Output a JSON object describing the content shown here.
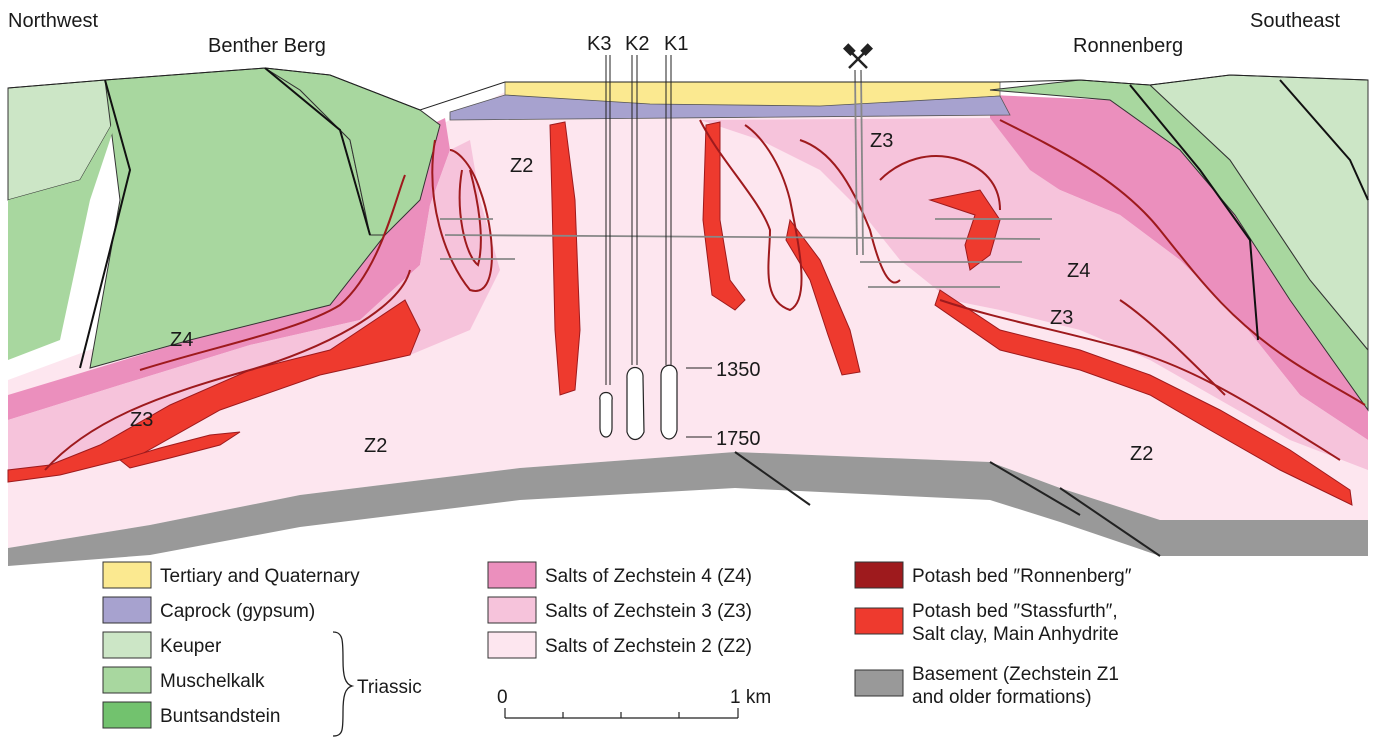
{
  "directions": {
    "left": "Northwest",
    "right": "Southeast"
  },
  "places": {
    "left": "Benther Berg",
    "right": "Ronnenberg"
  },
  "wells": [
    "K3",
    "K2",
    "K1"
  ],
  "depth_markers": [
    "1350",
    "1750"
  ],
  "unit_labels": {
    "z2_upper": "Z2",
    "z2_left": "Z2",
    "z2_right": "Z2",
    "z3_left": "Z3",
    "z3_top": "Z3",
    "z3_right": "Z3",
    "z4_left": "Z4",
    "z4_right": "Z4"
  },
  "legend": {
    "col1": [
      {
        "label": "Tertiary and Quaternary",
        "color": "#fbe990"
      },
      {
        "label": "Caprock (gypsum)",
        "color": "#a7a2cf"
      },
      {
        "label": "Keuper",
        "color": "#cce6c6"
      },
      {
        "label": "Muschelkalk",
        "color": "#a8d79f"
      },
      {
        "label": "Buntsandstein",
        "color": "#72c26e"
      }
    ],
    "triassic": "Triassic",
    "col2": [
      {
        "label": "Salts of Zechstein 4 (Z4)",
        "color": "#eb8fbd"
      },
      {
        "label": "Salts of Zechstein 3 (Z3)",
        "color": "#f6c3db"
      },
      {
        "label": "Salts of Zechstein 2 (Z2)",
        "color": "#fde6ef"
      }
    ],
    "col3": [
      {
        "label": "Potash bed ″Ronnenberg″",
        "color": "#9e1a1d"
      },
      {
        "label_line1": "Potash bed ″Stassfurth″,",
        "label_line2": "Salt clay, Main Anhydrite",
        "color": "#ee3a2e"
      },
      {
        "label_line1": "Basement (Zechstein Z1",
        "label_line2": "and older formations)",
        "color": "#999999"
      }
    ]
  },
  "scale": {
    "start": "0",
    "end": "1 km"
  },
  "icons": {
    "mine": "crossed-hammers-icon"
  }
}
